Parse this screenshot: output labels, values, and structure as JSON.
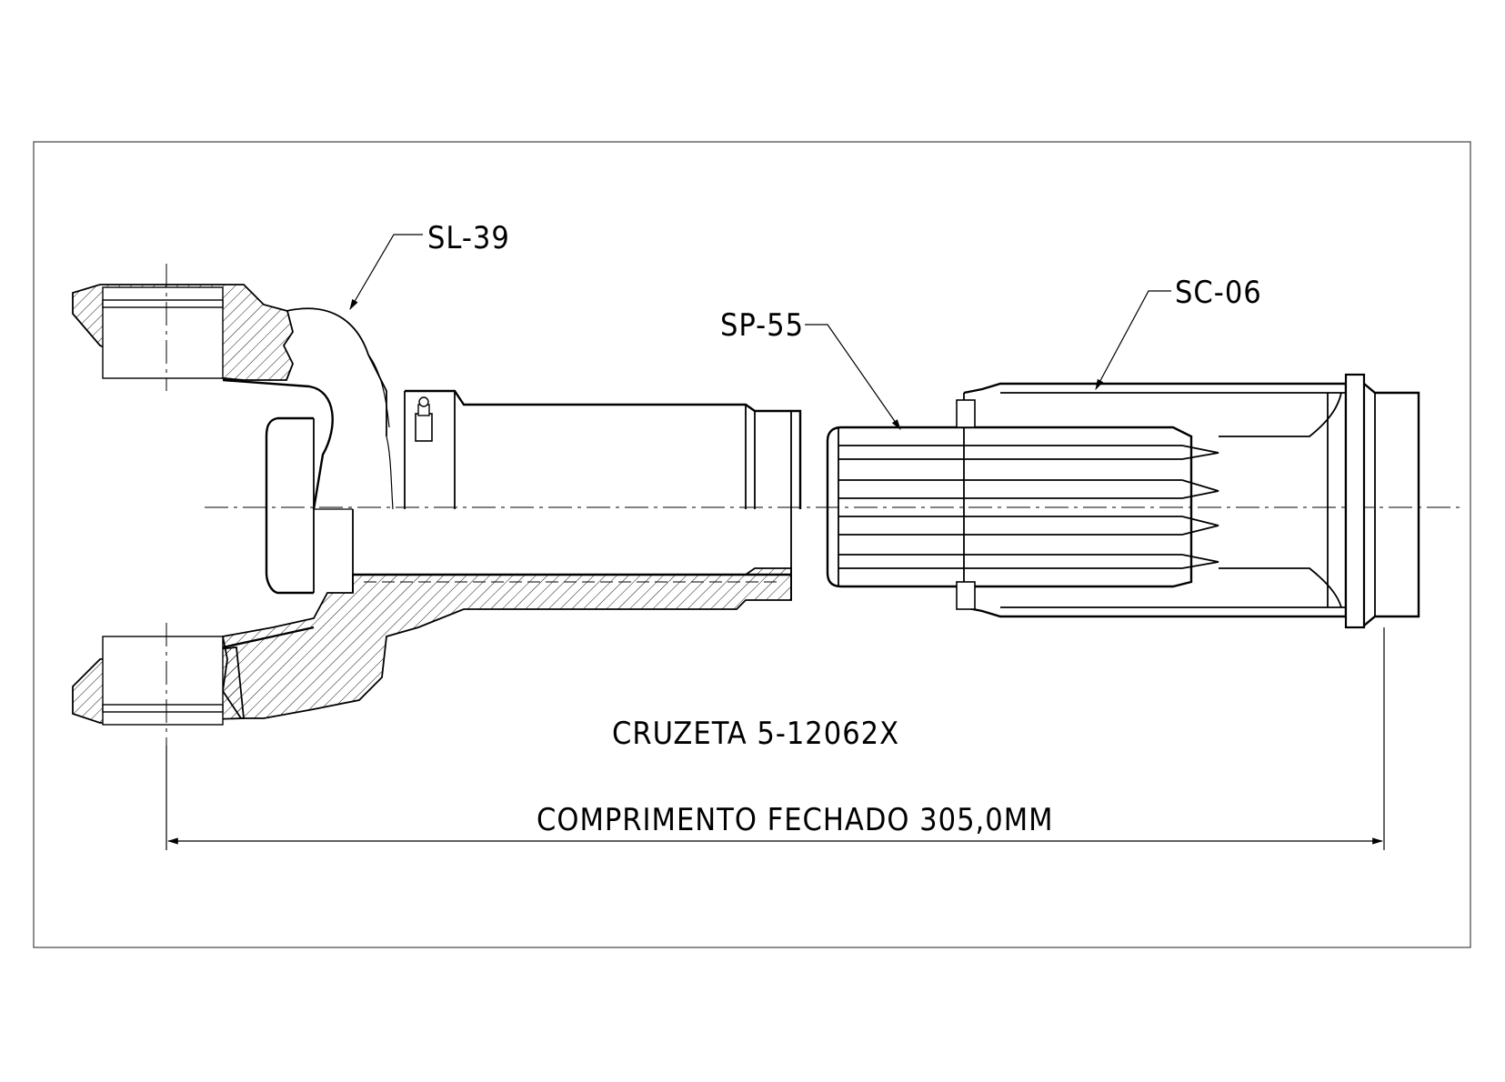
{
  "drawing": {
    "labels": {
      "yoke": "SL-39",
      "spline_shaft": "SP-55",
      "sleeve": "SC-06",
      "cross": "CRUZETA 5-12062X",
      "closed_length": "COMPRIMENTO FECHADO 305,0MM"
    }
  }
}
